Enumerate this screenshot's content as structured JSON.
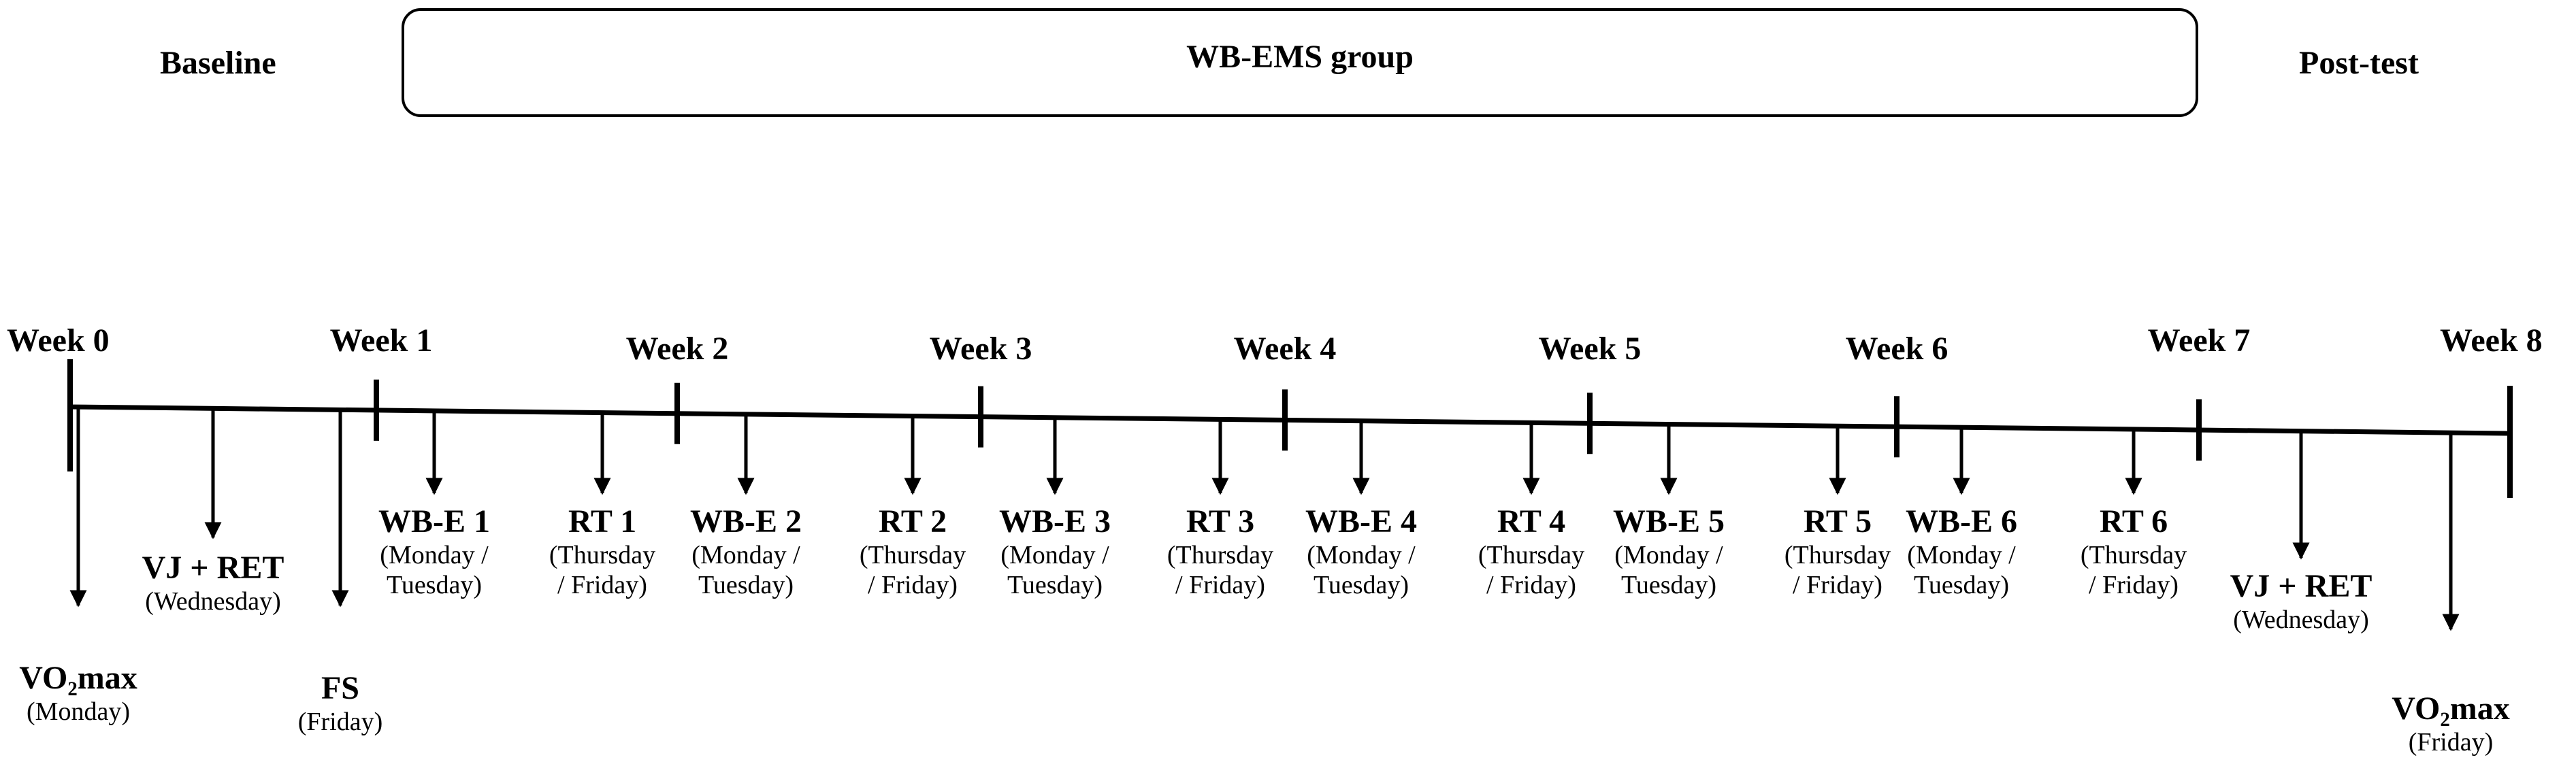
{
  "header": {
    "baseline": "Baseline",
    "group": "WB-EMS group",
    "posttest": "Post-test"
  },
  "weeks": [
    "Week 0",
    "Week 1",
    "Week 2",
    "Week 3",
    "Week 4",
    "Week 5",
    "Week 6",
    "Week 7",
    "Week 8"
  ],
  "events": [
    {
      "main": "VO₂max",
      "sub": [
        "(Monday)"
      ]
    },
    {
      "main": "VJ + RET",
      "sub": [
        "(Wednesday)"
      ]
    },
    {
      "main": "FS",
      "sub": [
        "(Friday)"
      ]
    },
    {
      "main": "WB-E 1",
      "sub": [
        "(Monday /",
        "Tuesday)"
      ]
    },
    {
      "main": "RT 1",
      "sub": [
        "(Thursday",
        "/ Friday)"
      ]
    },
    {
      "main": "WB-E 2",
      "sub": [
        "(Monday /",
        "Tuesday)"
      ]
    },
    {
      "main": "RT 2",
      "sub": [
        "(Thursday",
        "/ Friday)"
      ]
    },
    {
      "main": "WB-E 3",
      "sub": [
        "(Monday /",
        "Tuesday)"
      ]
    },
    {
      "main": "RT 3",
      "sub": [
        "(Thursday",
        "/ Friday)"
      ]
    },
    {
      "main": "WB-E 4",
      "sub": [
        "(Monday /",
        "Tuesday)"
      ]
    },
    {
      "main": "RT 4",
      "sub": [
        "(Thursday",
        "/ Friday)"
      ]
    },
    {
      "main": "WB-E 5",
      "sub": [
        "(Monday /",
        "Tuesday)"
      ]
    },
    {
      "main": "RT 5",
      "sub": [
        "(Thursday",
        "/ Friday)"
      ]
    },
    {
      "main": "WB-E 6",
      "sub": [
        "(Monday /",
        "Tuesday)"
      ]
    },
    {
      "main": "RT 6",
      "sub": [
        "(Thursday",
        "/ Friday)"
      ]
    },
    {
      "main": "VJ + RET",
      "sub": [
        "(Wednesday)"
      ]
    },
    {
      "main": "VO₂max",
      "sub": [
        "(Friday)"
      ]
    }
  ]
}
